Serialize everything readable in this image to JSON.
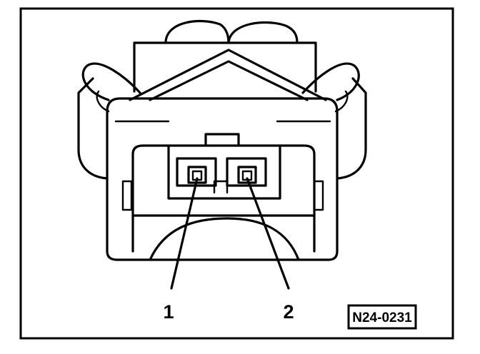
{
  "figure": {
    "callouts": [
      {
        "label": "1"
      },
      {
        "label": "2"
      }
    ],
    "reference_code": "N24-0231"
  },
  "colors": {
    "ink": "#000000",
    "paper": "#ffffff"
  }
}
